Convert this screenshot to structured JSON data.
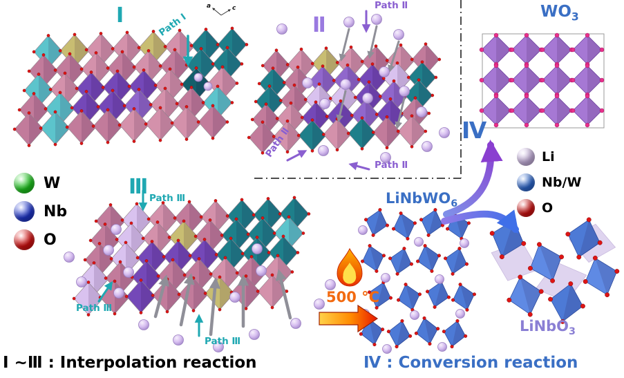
{
  "panels": {
    "p1": {
      "numeral": "Ⅰ",
      "path": "Path Ⅰ"
    },
    "p2": {
      "numeral": "Ⅱ",
      "path_top": "Path Ⅱ",
      "path_left": "Path Ⅱ",
      "path_bottom": "Path Ⅱ"
    },
    "p3": {
      "numeral": "Ⅲ",
      "path_top": "Path Ⅲ",
      "path_bottom_left": "Path Ⅲ",
      "path_bottom": "Path Ⅲ"
    },
    "p4": {
      "numeral": "Ⅳ"
    }
  },
  "axis": {
    "a": "a",
    "c": "c"
  },
  "compounds": {
    "wo3": {
      "base": "WO",
      "sub": "3"
    },
    "linbwo6": {
      "base": "LiNbWO",
      "sub": "6"
    },
    "linbo3": {
      "base": "LiNbO",
      "sub": "3"
    }
  },
  "reaction": {
    "temperature": "500 °C"
  },
  "legend_left": {
    "items": [
      {
        "label": "W",
        "color": "#1fd11f"
      },
      {
        "label": "Nb",
        "color": "#2038d8"
      },
      {
        "label": "O",
        "color": "#e01212"
      }
    ]
  },
  "legend_right": {
    "items": [
      {
        "label": "Li",
        "color": "#d7bff0"
      },
      {
        "label": "Nb/W",
        "color": "#2f6fe0"
      },
      {
        "label": "O",
        "color": "#e01212"
      }
    ]
  },
  "captions": {
    "left": "Ⅰ ~Ⅲ : Interpolation reaction",
    "right": "Ⅳ : Conversion reaction"
  },
  "colors": {
    "teal_label": "#1fa8b2",
    "purple_label": "#9a7ae0",
    "blue_label": "#3a6fc4",
    "linbo3_label": "#8a7fd4",
    "temp_label": "#f26a10",
    "caption_left": "#000000",
    "path_teal": "#1fa8b2",
    "path_purple": "#8a5fd0",
    "gray_arrow": "#8f8f98",
    "palette": {
      "pink": "#d491ab",
      "pink2": "#c27b9b",
      "pinkL": "#e4b2c6",
      "teal": "#1e7f8a",
      "tealD": "#135f6b",
      "tealL": "#5cc4cc",
      "purple": "#7448b8",
      "purpleL": "#9067cc",
      "tan": "#c8bd72",
      "lav": "#d9c2ef",
      "o": "#dd1515",
      "wo3_fill": "#a678d4",
      "wo3_edge": "#6a3fa0",
      "wo3_dot": "#e8308a",
      "blue_fill": "#4d7ad6",
      "blue_fill2": "#5f8ae4",
      "blue_edge": "#27479c",
      "lav_back": "#cbb8e6"
    }
  }
}
